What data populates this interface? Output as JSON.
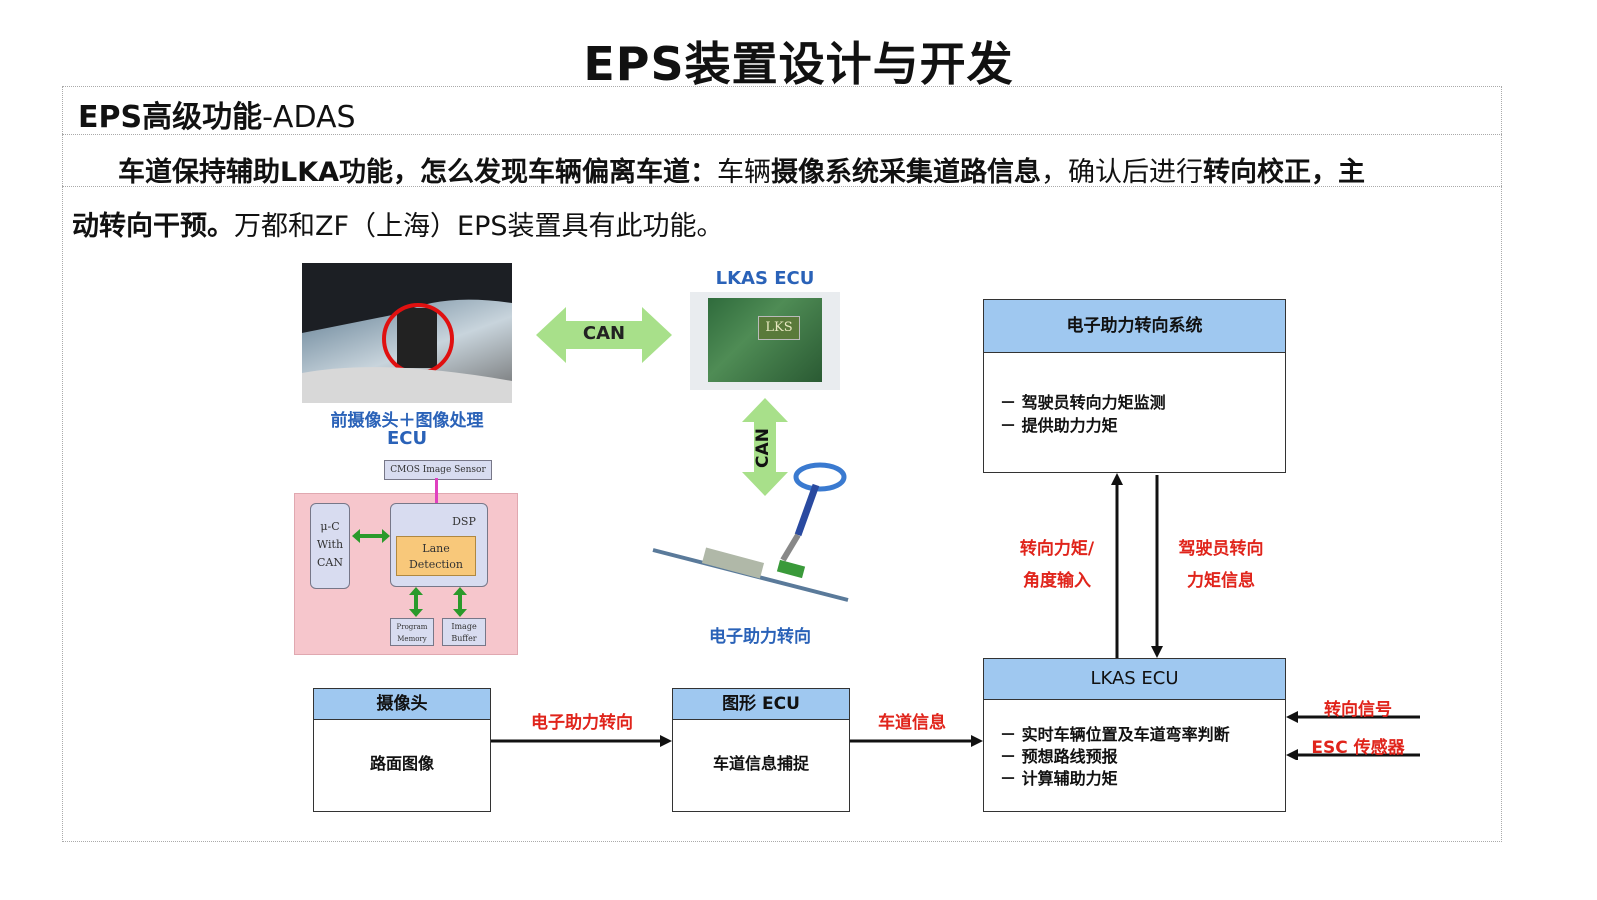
{
  "page": {
    "title": "EPS装置设计与开发",
    "subtitle_bold": "EPS高级功能",
    "subtitle_rest": "-ADAS"
  },
  "paragraph": {
    "p1_bold_a": "车道保持辅助LKA功能，怎么发现车辆偏离车道：",
    "p1_normal_a": "车辆",
    "p1_bold_b": "摄像系统采集道路信息",
    "p1_normal_b": "，确认后进行",
    "p1_bold_c": "转向校正，主",
    "p2_bold": "动转向干预。",
    "p2_normal": "万都和ZF（上海）EPS装置具有此功能。"
  },
  "diagram": {
    "camera_caption_1": "前摄像头＋图像处理",
    "camera_caption_2": "ECU",
    "lkas_ecu_photo_label": "LKAS ECU",
    "lks_chip": "LKS",
    "can_h": "CAN",
    "can_v": "CAN",
    "eps_caption": "电子助力转向",
    "block_diagram": {
      "cmos": "CMOS Image Sensor",
      "dsp": "DSP",
      "mc": "μ-C With CAN",
      "lane": "Lane Detection",
      "program_memory": "Program Memory",
      "image_buffer": "Image Buffer"
    },
    "eps_system": {
      "header": "电子助力转向系统",
      "items": [
        "－ 驾驶员转向力矩监测",
        "－ 提供助力力矩"
      ]
    },
    "torque_up_label_1": "转向力矩/",
    "torque_up_label_2": "角度输入",
    "torque_down_label_1": "驾驶员转向",
    "torque_down_label_2": "力矩信息",
    "lkas_ecu": {
      "header": "LKAS ECU",
      "items": [
        "－ 实时车辆位置及车道弯率判断",
        "－ 预想路线预报",
        "－ 计算辅助力矩"
      ]
    },
    "camera_box": {
      "header": "摄像头",
      "body": "路面图像"
    },
    "arrow1_label": "电子助力转向",
    "image_ecu": {
      "header": "图形 ECU",
      "body": "车道信息捕捉"
    },
    "arrow2_label": "车道信息",
    "steer_signal": "转向信号",
    "esc_sensor": "ESC 传感器"
  },
  "colors": {
    "box_header": "#9fc8f0",
    "label_red": "#e0241b",
    "caption_blue": "#2a62b8",
    "can_arrow": "#a8e08a",
    "pink_panel": "#f6c6cc"
  }
}
